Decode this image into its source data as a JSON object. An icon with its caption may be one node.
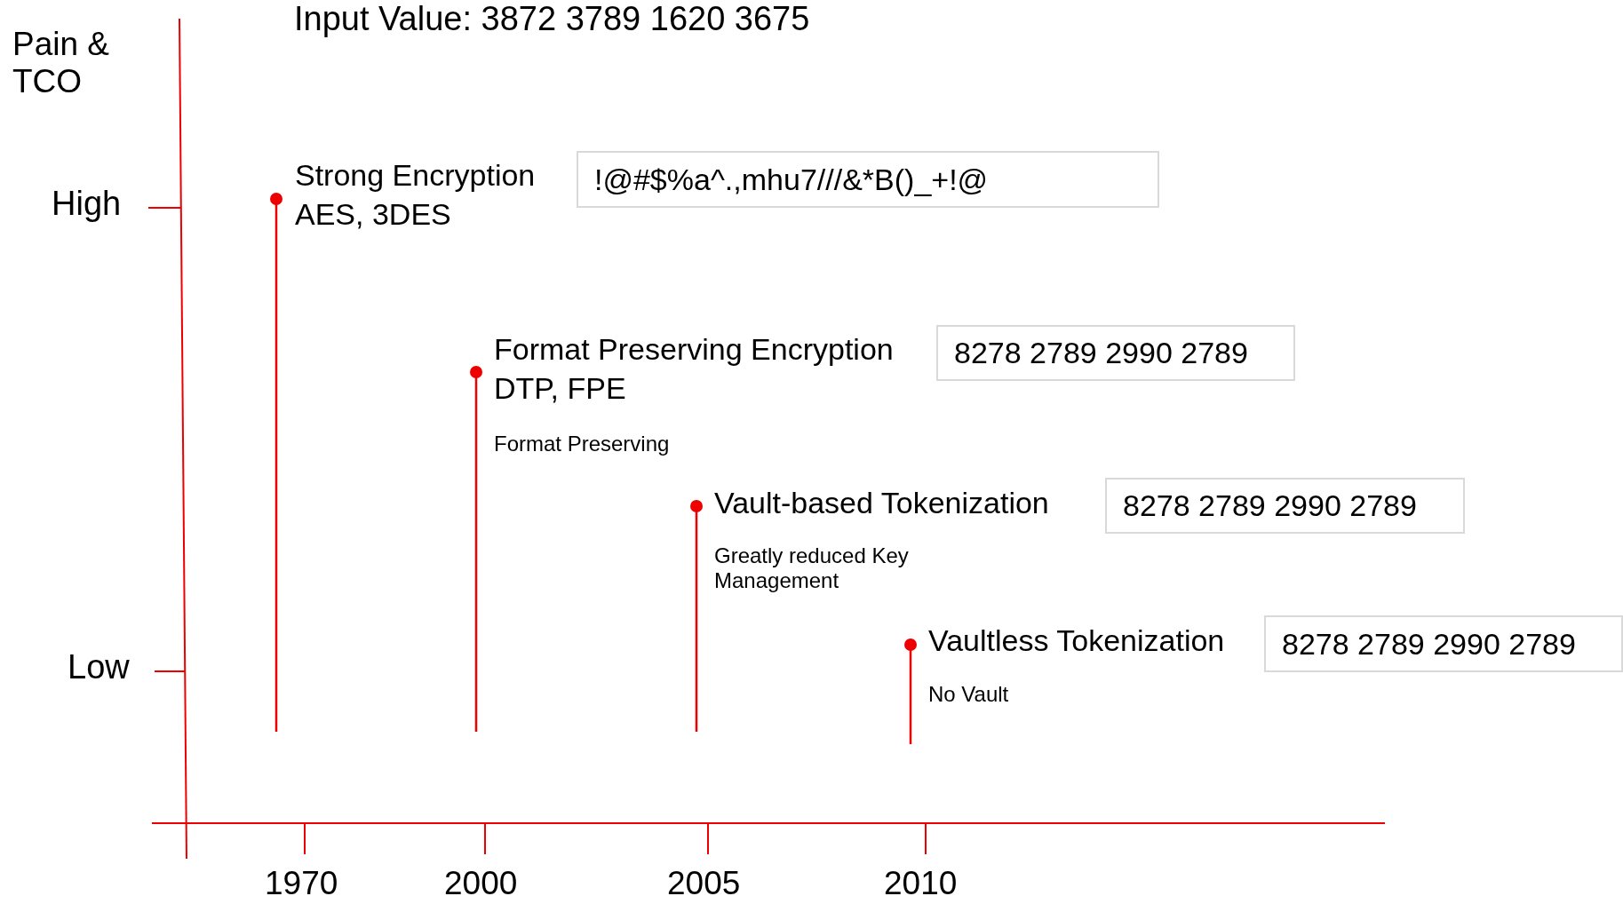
{
  "diagram": {
    "title": "Input Value:  3872 3789 1620 3675",
    "nodes": [
      {
        "text": [
          "!@#$%a^.,mhu7///&*B()_+!@"
        ]
      },
      {
        "text": [
          "8278 2789 2990 2789"
        ]
      },
      {
        "text": [
          "8278 2789 2990 2789"
        ]
      },
      {
        "text": [
          "8278 2789 2990 2789"
        ]
      }
    ],
    "labels": [
      "Pain & TCO",
      "High",
      "Low",
      "Strong Encryption",
      "AES, 3DES",
      "Format Preserving Encryption",
      "DTP, FPE",
      "Format Preserving",
      "Vault-based Tokenization",
      "Greatly reduced Key Management",
      "Vaultless Tokenization",
      "No Vault",
      "1970",
      "2000",
      "2005",
      "2010"
    ]
  }
}
